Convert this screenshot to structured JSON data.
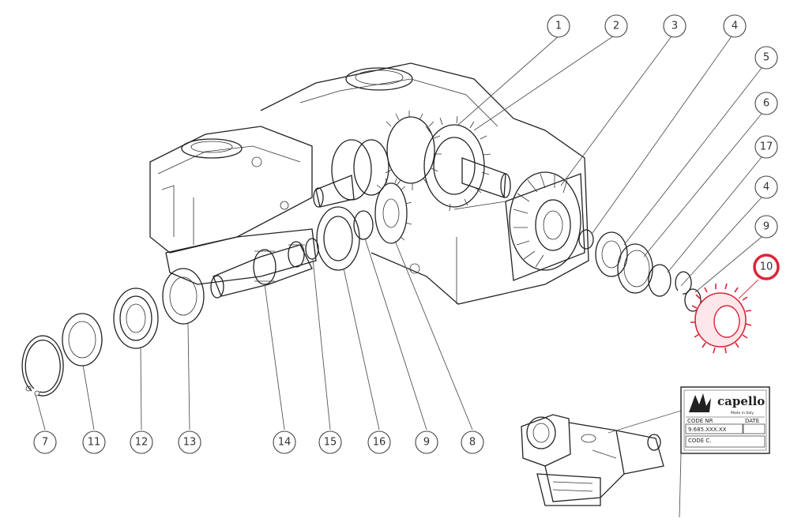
{
  "highlight_color": "#d9263a",
  "line_color": "#222222",
  "highlighted_part": "10",
  "callouts": {
    "c1": "1",
    "c2": "2",
    "c3": "3",
    "c4a": "4",
    "c5": "5",
    "c6": "6",
    "c17": "17",
    "c4b": "4",
    "c9a": "9",
    "c10": "10",
    "c7": "7",
    "c11": "11",
    "c12": "12",
    "c13": "13",
    "c14": "14",
    "c15": "15",
    "c16": "16",
    "c9b": "9",
    "c8": "8"
  },
  "nameplate": {
    "brand": "capello",
    "made_in": "Made in Italy",
    "code_label": "CODE NR",
    "date_label": "DATE",
    "code_value": "9.685.XXX.XX",
    "code_c_label": "CODE C."
  }
}
